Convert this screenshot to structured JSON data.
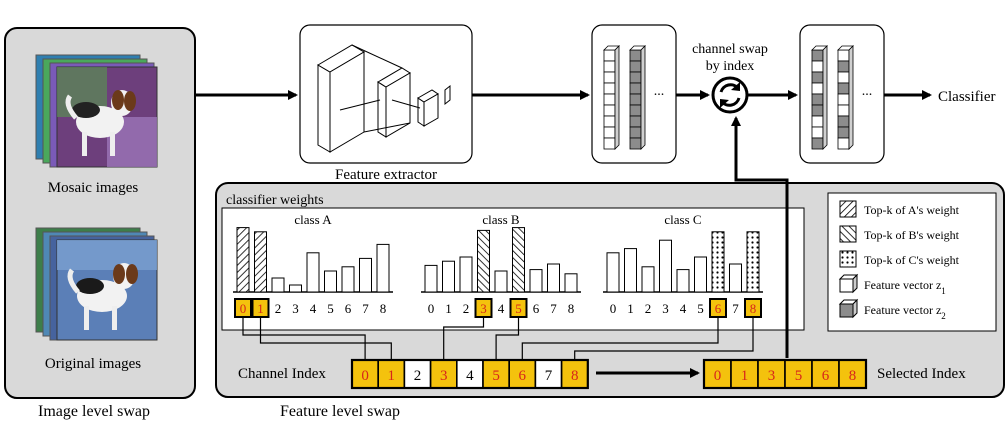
{
  "left_panel": {
    "mosaic_label": "Mosaic images",
    "original_label": "Original images",
    "caption": "Image level swap"
  },
  "feature_extractor": {
    "label": "Feature extractor"
  },
  "channel_swap": {
    "line1": "channel swap",
    "line2": "by index"
  },
  "classifier_label": "Classifier",
  "ellipsis": "...",
  "feature_panel": {
    "caption": "Feature level swap",
    "weights_title": "classifier weights",
    "classes": [
      {
        "name": "class A",
        "values": [
          0.92,
          0.86,
          0.2,
          0.1,
          0.56,
          0.3,
          0.36,
          0.48,
          0.68
        ],
        "topk": [
          0,
          1
        ],
        "pattern": "fwd"
      },
      {
        "name": "class B",
        "values": [
          0.38,
          0.44,
          0.5,
          0.88,
          0.3,
          0.92,
          0.32,
          0.4,
          0.26
        ],
        "topk": [
          3,
          5
        ],
        "pattern": "back"
      },
      {
        "name": "class C",
        "values": [
          0.56,
          0.62,
          0.36,
          0.74,
          0.32,
          0.5,
          0.86,
          0.4,
          0.86
        ],
        "topk": [
          6,
          8
        ],
        "pattern": "dots"
      }
    ],
    "tick_labels": [
      "0",
      "1",
      "2",
      "3",
      "4",
      "5",
      "6",
      "7",
      "8"
    ],
    "channel_index_label": "Channel Index",
    "channel_cells": [
      {
        "label": "0",
        "selected": true
      },
      {
        "label": "1",
        "selected": true
      },
      {
        "label": "2",
        "selected": false
      },
      {
        "label": "3",
        "selected": true
      },
      {
        "label": "4",
        "selected": false
      },
      {
        "label": "5",
        "selected": true
      },
      {
        "label": "6",
        "selected": true
      },
      {
        "label": "7",
        "selected": false
      },
      {
        "label": "8",
        "selected": true
      }
    ],
    "selected_cells": [
      "0",
      "1",
      "3",
      "5",
      "6",
      "8"
    ],
    "selected_index_label": "Selected Index"
  },
  "legend": {
    "items": [
      {
        "label": "Top-k of A's weight",
        "sub": "",
        "swatch": "fwd"
      },
      {
        "label": "Top-k of B's weight",
        "sub": "",
        "swatch": "back"
      },
      {
        "label": "Top-k of C's weight",
        "sub": "",
        "swatch": "dots"
      },
      {
        "label": "Feature vector z",
        "sub": "1",
        "swatch": "cube-white"
      },
      {
        "label": "Feature vector z",
        "sub": "2",
        "swatch": "cube-gray"
      }
    ]
  },
  "colors": {
    "selected_fill": "#f4c20d",
    "selected_text": "#d7261b",
    "panel_fill": "#d9d9d9",
    "gray_block": "#8c8c8c"
  }
}
